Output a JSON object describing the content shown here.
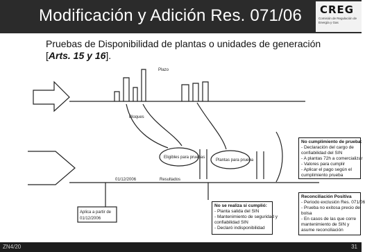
{
  "slide": {
    "title": "Modificación y Adición Res. 071/06",
    "logo_word": "CREG",
    "logo_sub": "Comisión de Regulación de Energía y Gas",
    "subtitle_text": "Pruebas de Disponibilidad de plantas o unidades de generación [",
    "subtitle_refs": "Arts. 15 y 16",
    "subtitle_close": "]."
  },
  "diagram": {
    "label_left_top": "Plazo",
    "label_bars": "Bloques",
    "ellipse_1": "Eligibles para pruebas",
    "ellipse_2": "Plantas para prueba",
    "label_mid_axis": "01/12/2006",
    "label_right_axis": "Resultados",
    "left_box": [
      "Aplica a partir de",
      "01/12/2006"
    ]
  },
  "notes": {
    "middle": {
      "title": "No se realiza si cumplió:",
      "lines": [
        "- Planta salida del SIN",
        "- Mantenimiento de seguridad y",
        "  confiabilidad SIN",
        "- Declaró indisponibilidad"
      ]
    },
    "right_top": {
      "title": "No cumplimiento de prueba:",
      "lines": [
        "- Declaración del cargo de",
        "  confiabilidad del SIN",
        "- A plantas 72h a comercializar",
        "- Valores para cumplir",
        "- Aplicar el pago según el",
        "  cumplimiento prueba"
      ]
    },
    "right_bottom": {
      "title": "Reconciliación Positiva",
      "lines": [
        "- Periodo exclusión Res. 071/06",
        "- Prueba no exitosa precio de",
        "  bolsa",
        "- En casos de las que corre",
        "  mantenimiento de SIN y",
        "  asume reconciliación"
      ]
    }
  },
  "footer": {
    "left": "ZN4/20",
    "right": "31"
  }
}
